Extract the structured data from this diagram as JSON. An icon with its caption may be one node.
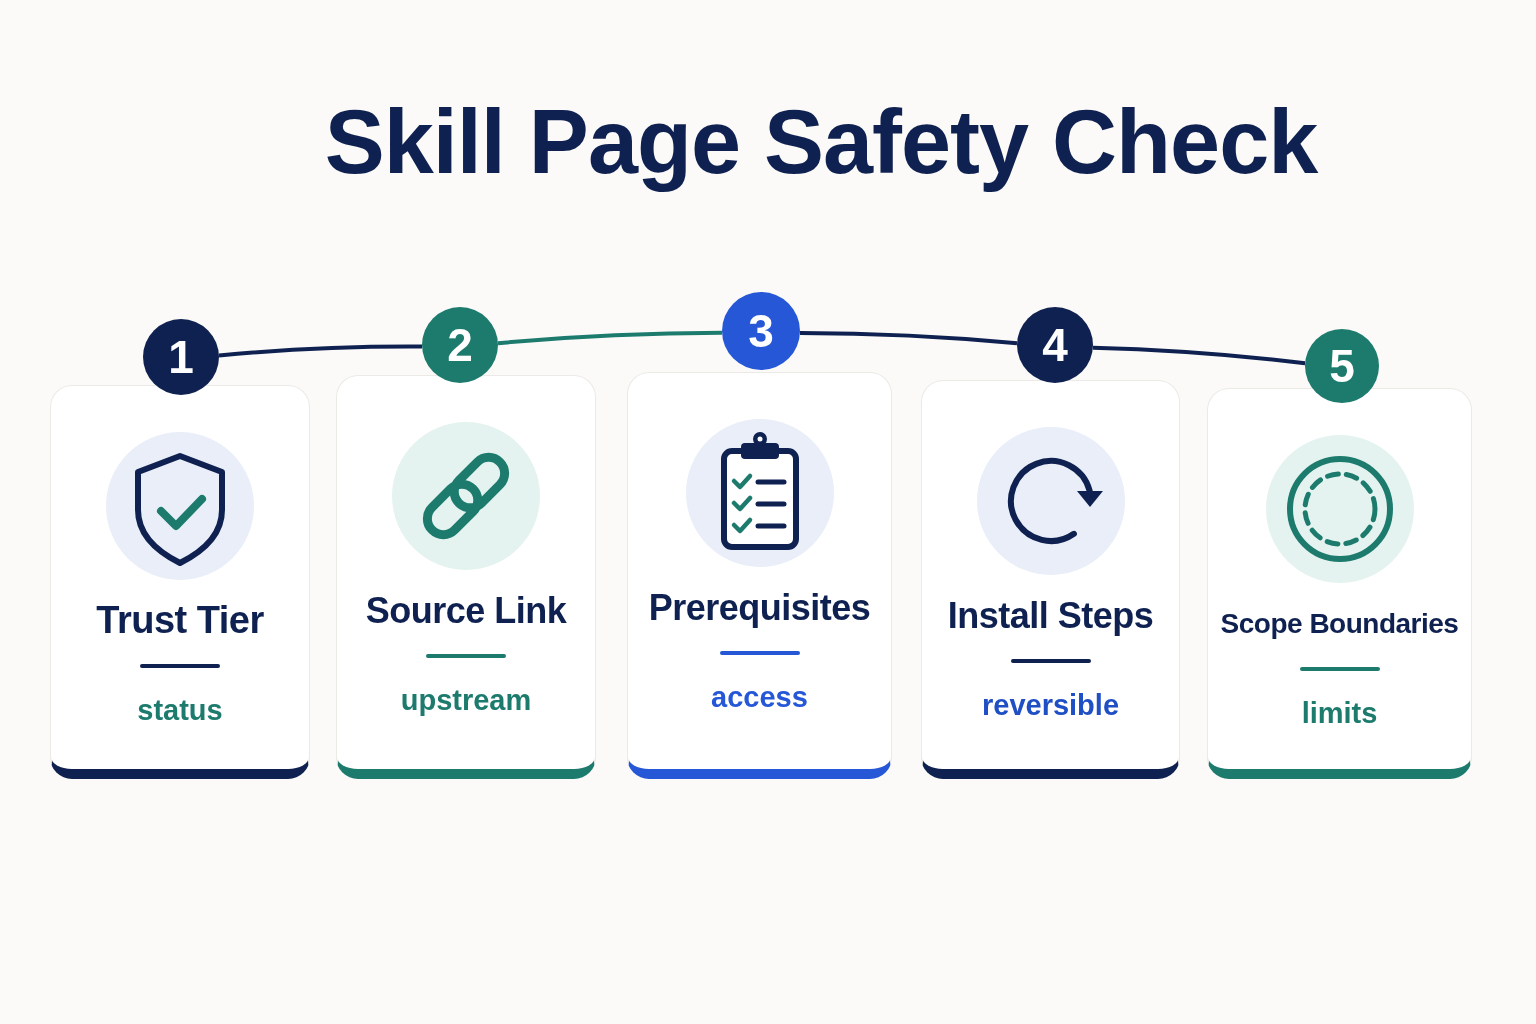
{
  "diagram": {
    "title": "Skill Page Safety Check",
    "nodes": [
      {
        "text": [
          "1"
        ]
      },
      {
        "text": [
          "Trust Tier",
          "status"
        ]
      },
      {
        "text": [
          "2"
        ]
      },
      {
        "text": [
          "Source Link",
          "upstream"
        ]
      },
      {
        "text": [
          "3"
        ]
      },
      {
        "text": [
          "Prerequisites",
          "access"
        ]
      },
      {
        "text": [
          "4"
        ]
      },
      {
        "text": [
          "Install Steps",
          "reversible"
        ]
      },
      {
        "text": [
          "5"
        ]
      },
      {
        "text": [
          "Scope Boundaries",
          "limits"
        ]
      }
    ],
    "edges": [
      {
        "from": 0,
        "to": 2,
        "arrow": "none"
      },
      {
        "from": 2,
        "to": 4,
        "arrow": "none",
        "color": "#1d7b6e"
      },
      {
        "from": 4,
        "to": 6,
        "arrow": "none"
      },
      {
        "from": 6,
        "to": 8,
        "arrow": "none"
      }
    ]
  }
}
